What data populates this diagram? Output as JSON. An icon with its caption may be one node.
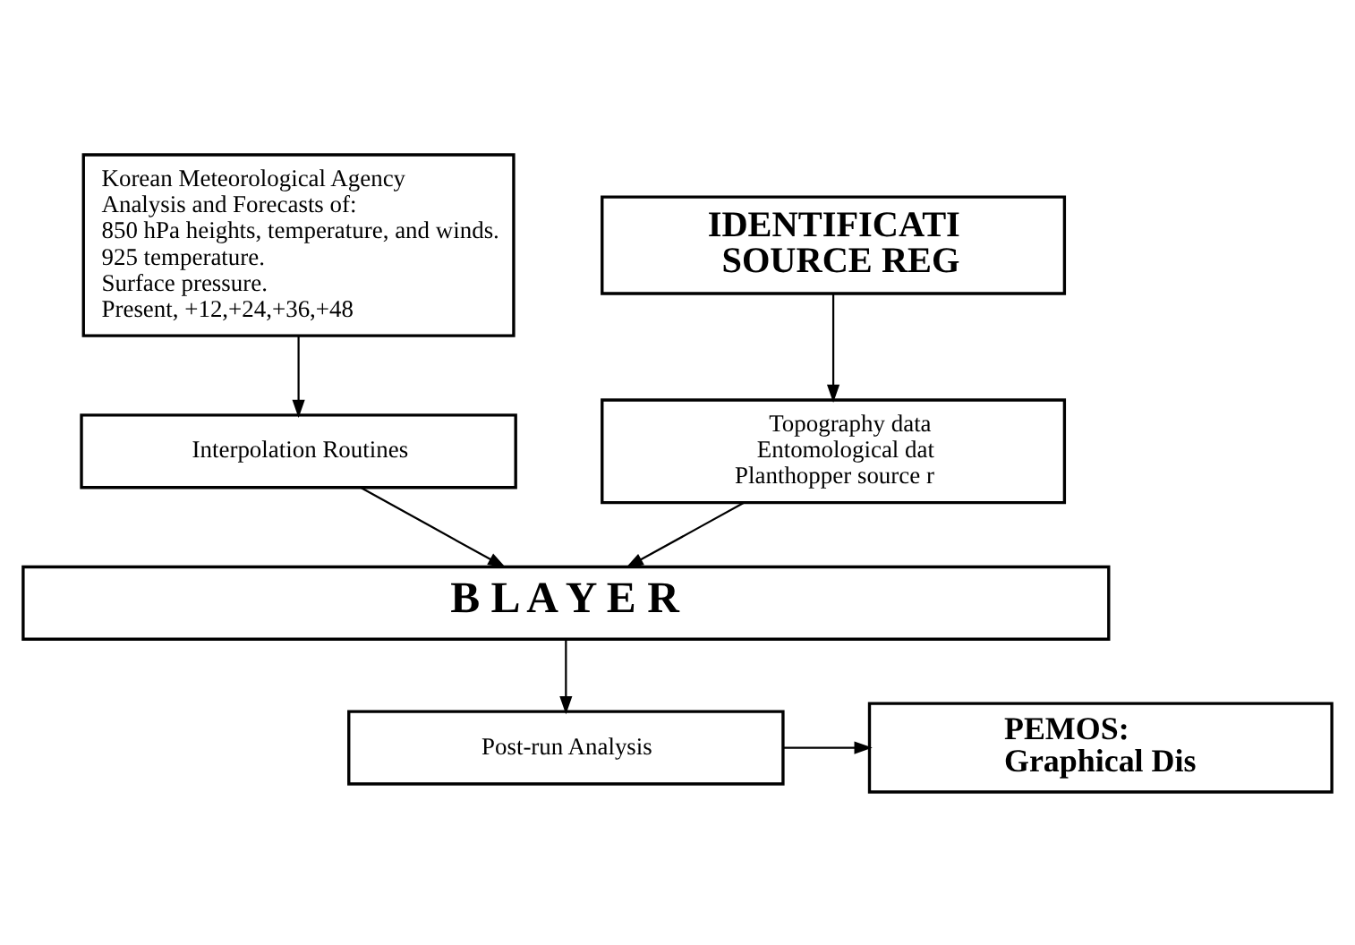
{
  "diagram": {
    "nodes": [
      {
        "text": [
          "Korean Meteorological Agency",
          "Analysis and Forecasts of:",
          "850 hPa heights, temperature, and winds.",
          "925 temperature.",
          "Surface pressure.",
          "Present, +12,+24,+36,+48"
        ]
      },
      {
        "text": [
          "IDENTIFICATI",
          "SOURCE REG"
        ]
      },
      {
        "text": [
          "Interpolation Routines"
        ]
      },
      {
        "text": [
          "Topography data",
          "Entomological dat",
          "Planthopper source r"
        ]
      },
      {
        "text": [
          "B L A Y E R"
        ]
      },
      {
        "text": [
          "Post-run Analysis"
        ]
      },
      {
        "text": [
          "PEMOS:",
          "Graphical Dis"
        ]
      }
    ],
    "edges": [
      {
        "from": 0,
        "to": 2,
        "arrow": "to"
      },
      {
        "from": 1,
        "to": 3,
        "arrow": "to"
      },
      {
        "from": 2,
        "to": 4,
        "arrow": "to"
      },
      {
        "from": 3,
        "to": 4,
        "arrow": "to"
      },
      {
        "from": 4,
        "to": 5,
        "arrow": "to"
      },
      {
        "from": 5,
        "to": 6,
        "arrow": "to"
      }
    ]
  }
}
